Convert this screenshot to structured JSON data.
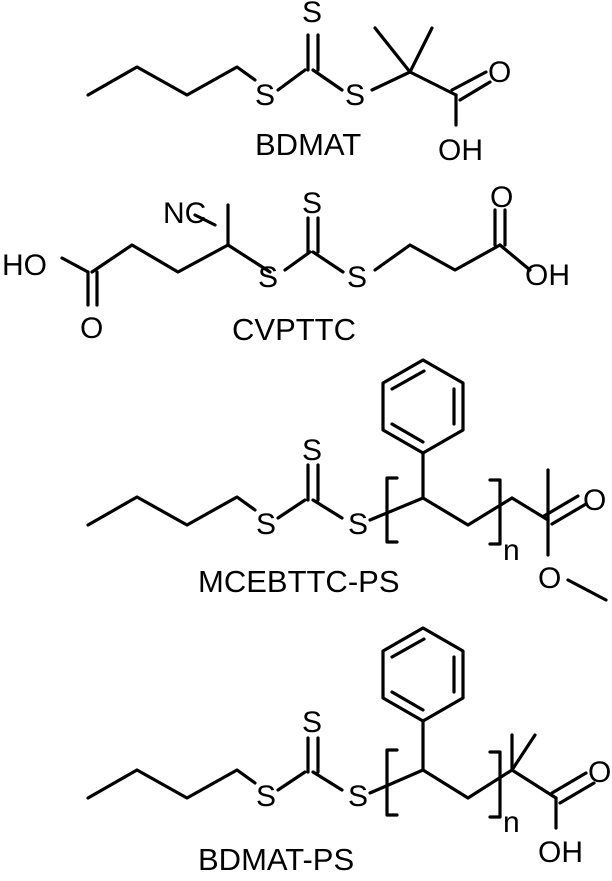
{
  "atoms": {
    "s": "S",
    "o": "O",
    "oh": "OH",
    "ho": "HO",
    "nc": "NC",
    "n": "n"
  },
  "compounds": [
    {
      "id": "bdmat",
      "label": "BDMAT"
    },
    {
      "id": "cvpttc",
      "label": "CVPTTC"
    },
    {
      "id": "mcebttc-ps",
      "label": "MCEBTTC-PS"
    },
    {
      "id": "bdmat-ps",
      "label": "BDMAT-PS"
    }
  ]
}
